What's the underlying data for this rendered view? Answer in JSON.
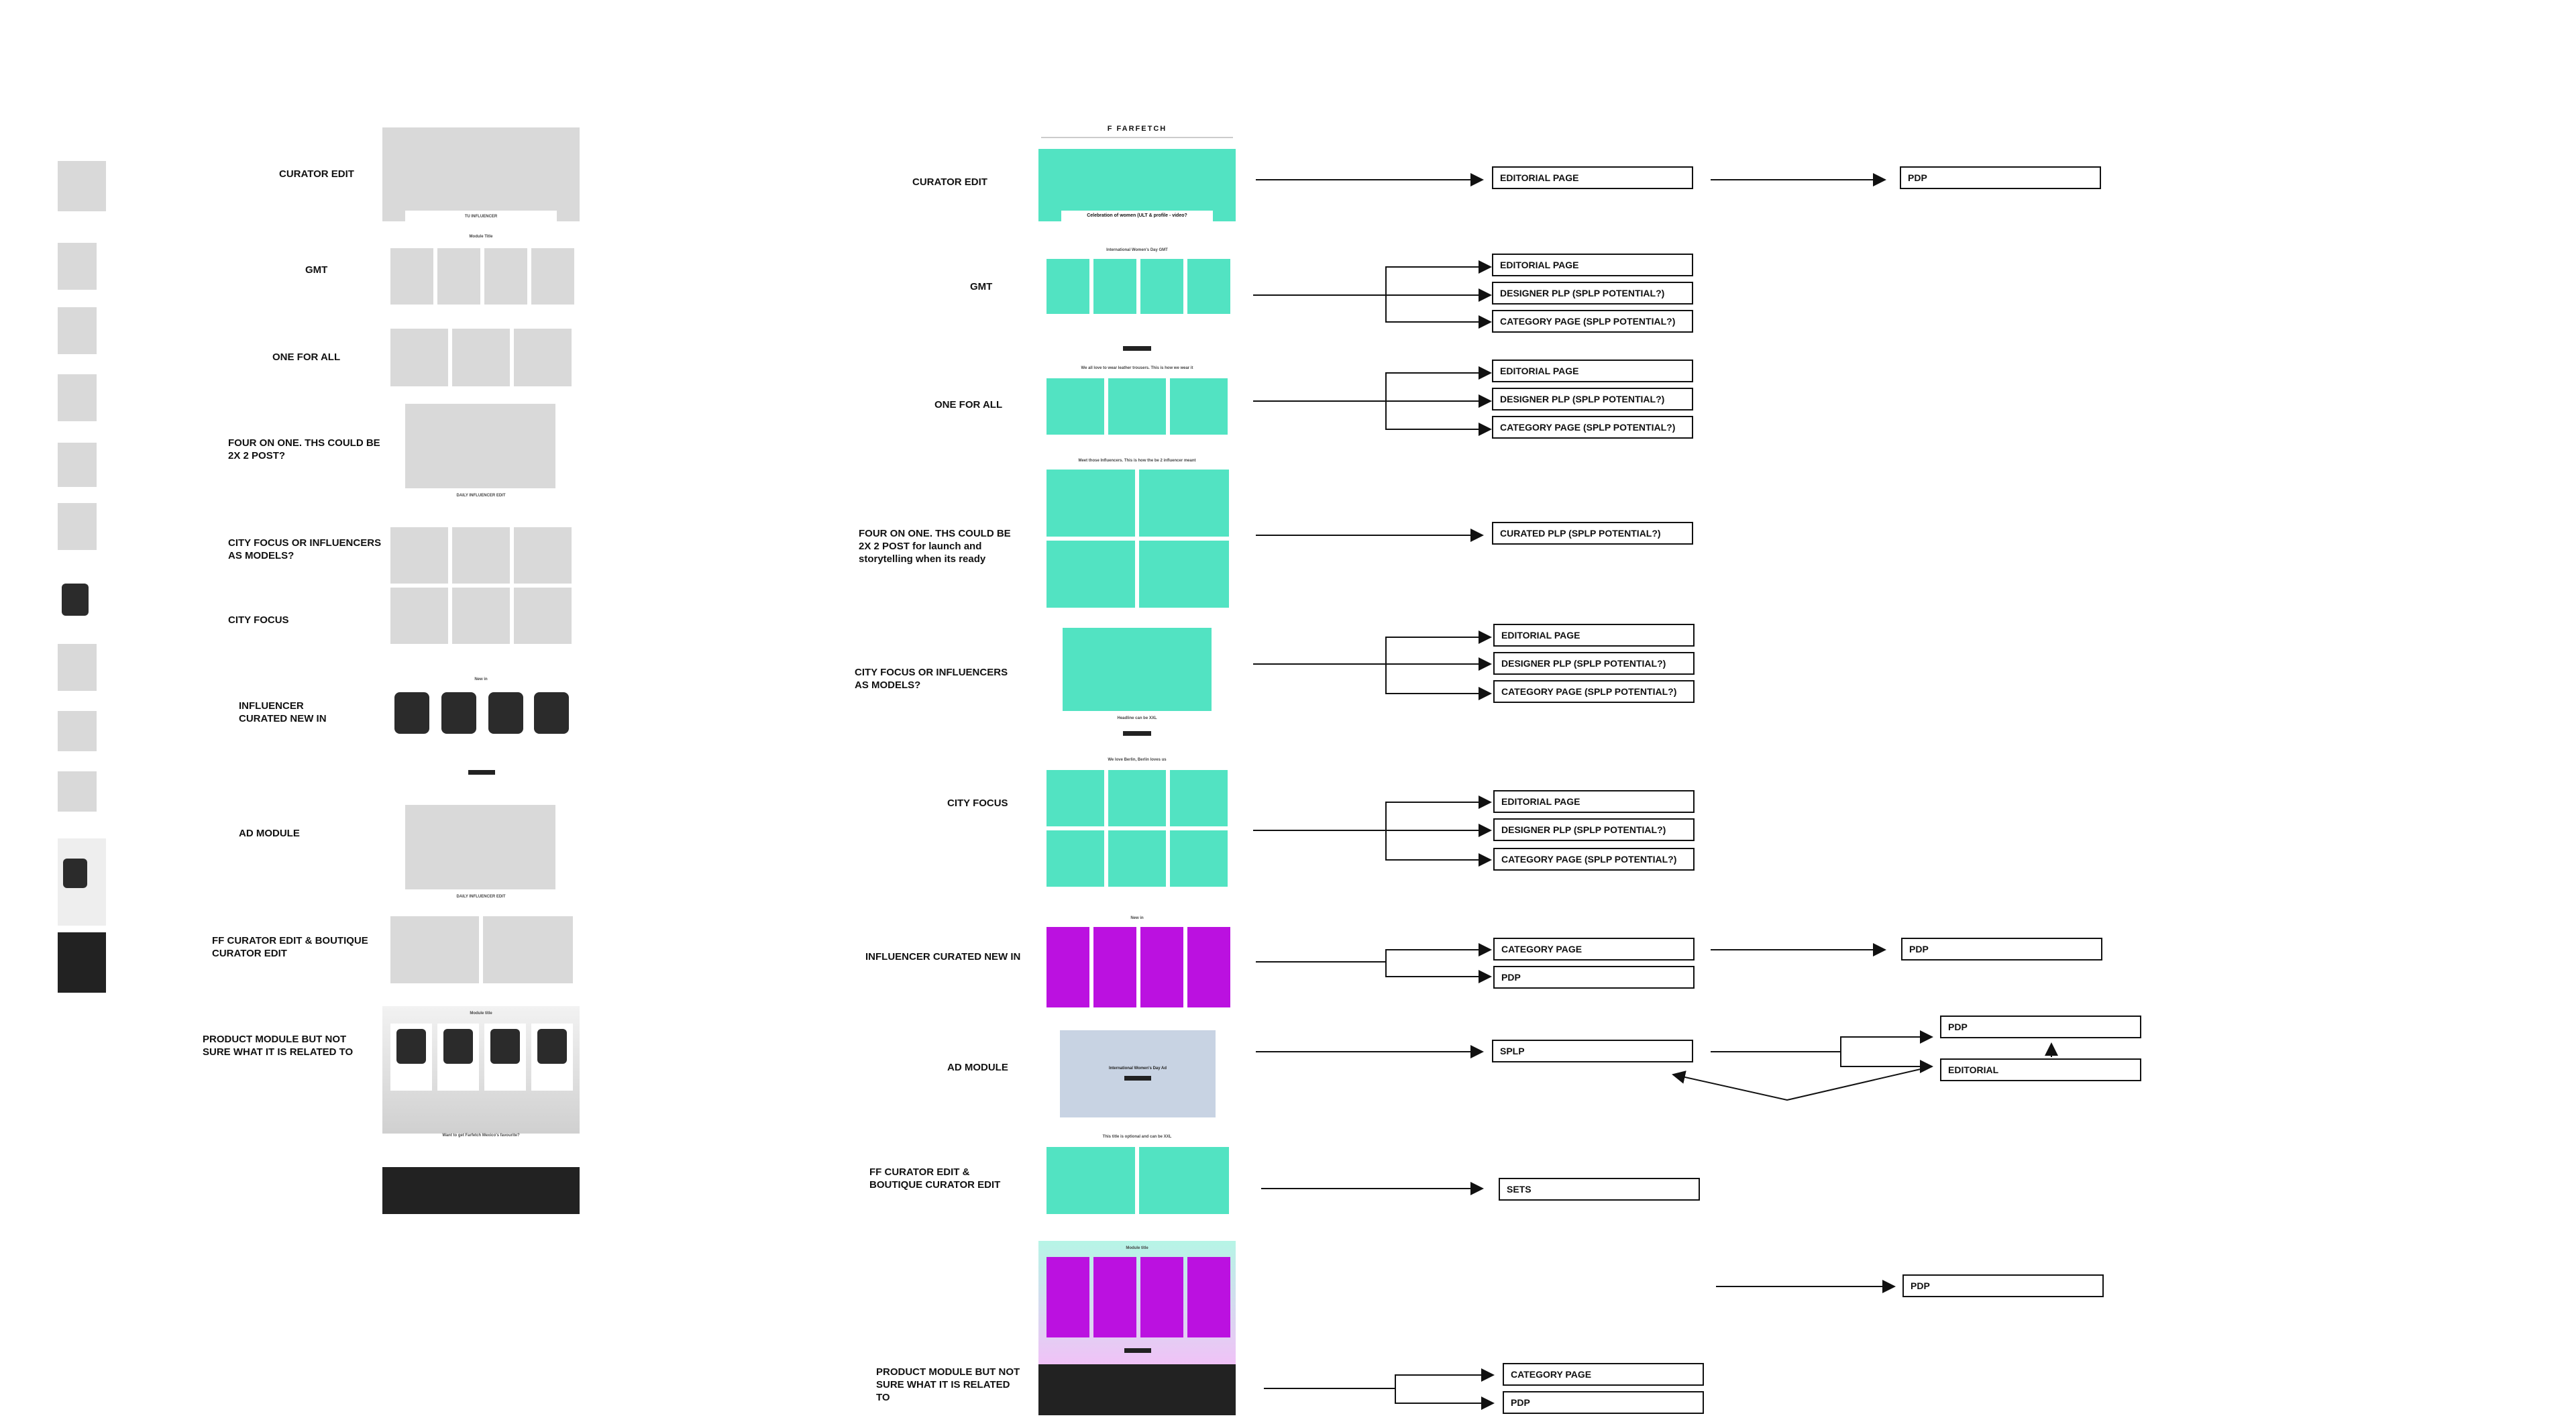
{
  "left_labels": [
    "CURATOR EDIT",
    "GMT",
    "ONE FOR ALL",
    "FOUR ON ONE. THS COULD BE 2X 2 POST?",
    "CITY FOCUS OR INFLUENCERS AS MODELS?",
    "CITY FOCUS",
    "INFLUENCER CURATED NEW IN",
    "AD MODULE",
    "FF CURATOR EDIT & BOUTIQUE CURATOR EDIT",
    "PRODUCT MODULE BUT NOT SURE WHAT IT IS RELATED TO"
  ],
  "right_labels": [
    "CURATOR EDIT",
    "GMT",
    "ONE FOR ALL",
    "FOUR ON ONE. THS COULD BE 2X 2 POST for launch and storytelling when its ready",
    "CITY FOCUS OR INFLUENCERS AS MODELS?",
    "CITY FOCUS",
    "INFLUENCER CURATED NEW IN",
    "AD MODULE",
    "FF CURATOR EDIT & BOUTIQUE CURATOR EDIT",
    "PRODUCT MODULE BUT NOT SURE WHAT IT IS RELATED TO"
  ],
  "boxes": {
    "curator_editorial": "EDITORIAL PAGE",
    "curator_pdp": "PDP",
    "gmt_editorial": "EDITORIAL PAGE",
    "gmt_designer": "DESIGNER PLP (SPLP POTENTIAL?)",
    "gmt_category": "CATEGORY PAGE (SPLP POTENTIAL?)",
    "ofa_editorial": "EDITORIAL PAGE",
    "ofa_designer": "DESIGNER PLP (SPLP POTENTIAL?)",
    "ofa_category": "CATEGORY PAGE (SPLP POTENTIAL?)",
    "four_curated": "CURATED PLP (SPLP POTENTIAL?)",
    "city_inf_editorial": "EDITORIAL PAGE",
    "city_inf_designer": "DESIGNER PLP (SPLP POTENTIAL?)",
    "city_inf_category": "CATEGORY PAGE (SPLP POTENTIAL?)",
    "city_editorial": "EDITORIAL PAGE",
    "city_designer": "DESIGNER PLP (SPLP POTENTIAL?)",
    "city_category": "CATEGORY PAGE (SPLP POTENTIAL?)",
    "inf_category": "CATEGORY PAGE",
    "inf_pdp": "PDP",
    "inf_pdp2": "PDP",
    "ad_splp": "SPLP",
    "ad_pdp": "PDP",
    "ad_editorial": "EDITORIAL",
    "ff_sets": "SETS",
    "prod_pdp_top": "PDP",
    "prod_category": "CATEGORY PAGE",
    "prod_pdp": "PDP"
  },
  "mockup": {
    "brand": "F FARFETCH",
    "curator_caption": "Celebration of women (ULT & profile - video?",
    "gmt_title": "International Women's Day GMT",
    "ofa_title": "We all love to wear leather trousers. This is how we wear it",
    "four_title": "Meet those Influencers. This is how the be 2 influencer meant",
    "city_headline": "Headline can be XXL",
    "city_title": "We love Berlin, Berlin loves us",
    "new_in_title": "New in",
    "ad_text": "International Women's Day Ad",
    "ff_title": "This title is optional and can be XXL",
    "module_title": "Module title",
    "left_module_title": "Module Title",
    "left_influencer": "TU INFLUENCER",
    "left_daily": "DAILY INFLUENCER EDIT",
    "left_new_in": "New in",
    "left_module_title2": "Module title",
    "left_bottom_text": "Want to get Farfetch Mexico's favourite?"
  }
}
